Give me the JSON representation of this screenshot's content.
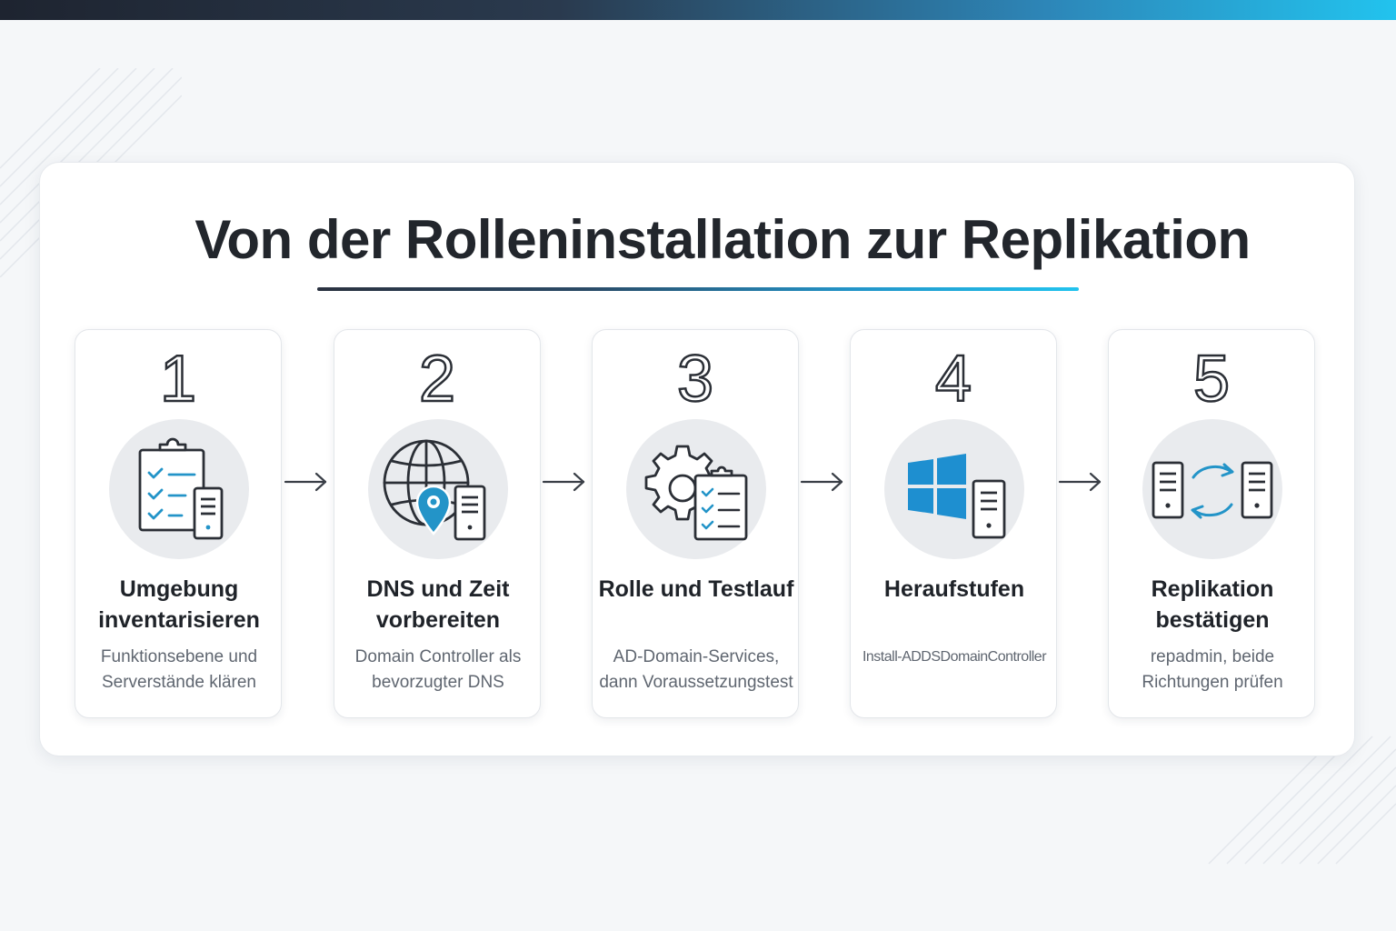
{
  "title": "Von der Rolleninstallation zur Replikation",
  "colors": {
    "accent": "#2394c8",
    "accent_light": "#22c3ee",
    "text": "#1f2329",
    "muted": "#5f6670"
  },
  "steps": [
    {
      "number": "1",
      "title_line1": "Umgebung",
      "title_line2": "inventarisieren",
      "desc_line1": "Funktionsebene und",
      "desc_line2": "Serverstände klären",
      "icon": "clipboard-checklist-server-icon"
    },
    {
      "number": "2",
      "title_line1": "DNS und Zeit",
      "title_line2": "vorbereiten",
      "desc_line1": "Domain Controller als",
      "desc_line2": "bevorzugter DNS",
      "icon": "globe-location-server-icon"
    },
    {
      "number": "3",
      "title_line1": "Rolle und Testlauf",
      "title_line2": "",
      "desc_line1": "AD-Domain-Services,",
      "desc_line2": "dann Voraussetzungstest",
      "icon": "gear-checklist-icon"
    },
    {
      "number": "4",
      "title_line1": "Heraufstufen",
      "title_line2": "",
      "desc_line1": "Install-ADDSDomainController",
      "desc_line2": "",
      "icon": "windows-server-icon"
    },
    {
      "number": "5",
      "title_line1": "Replikation",
      "title_line2": "bestätigen",
      "desc_line1": "repadmin, beide",
      "desc_line2": "Richtungen prüfen",
      "icon": "server-sync-icon"
    }
  ]
}
